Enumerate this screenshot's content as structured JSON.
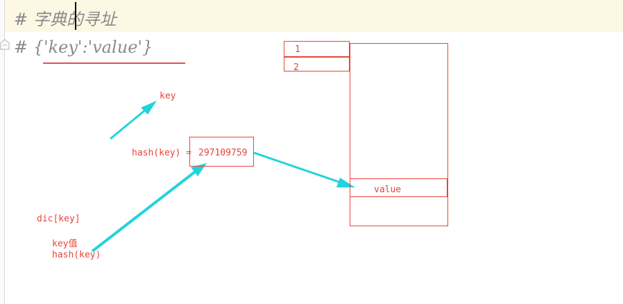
{
  "editor": {
    "line1_text": "# 字典的寻址",
    "line2_text": "# {'key':'value'}"
  },
  "diagram": {
    "key_label": "key",
    "hash_prefix": "hash(key) = ",
    "hash_value": "297109759",
    "dic_label": "dic[key]",
    "keyval_label": "key值",
    "hashkey_label": "hash(key)",
    "slot1": "1",
    "slot2": "2",
    "value_label": "value"
  },
  "colors": {
    "annotation": "#e8433b",
    "arrow": "#22d3db",
    "comment": "#8a8a8a",
    "current_line": "#fdf8e4"
  }
}
